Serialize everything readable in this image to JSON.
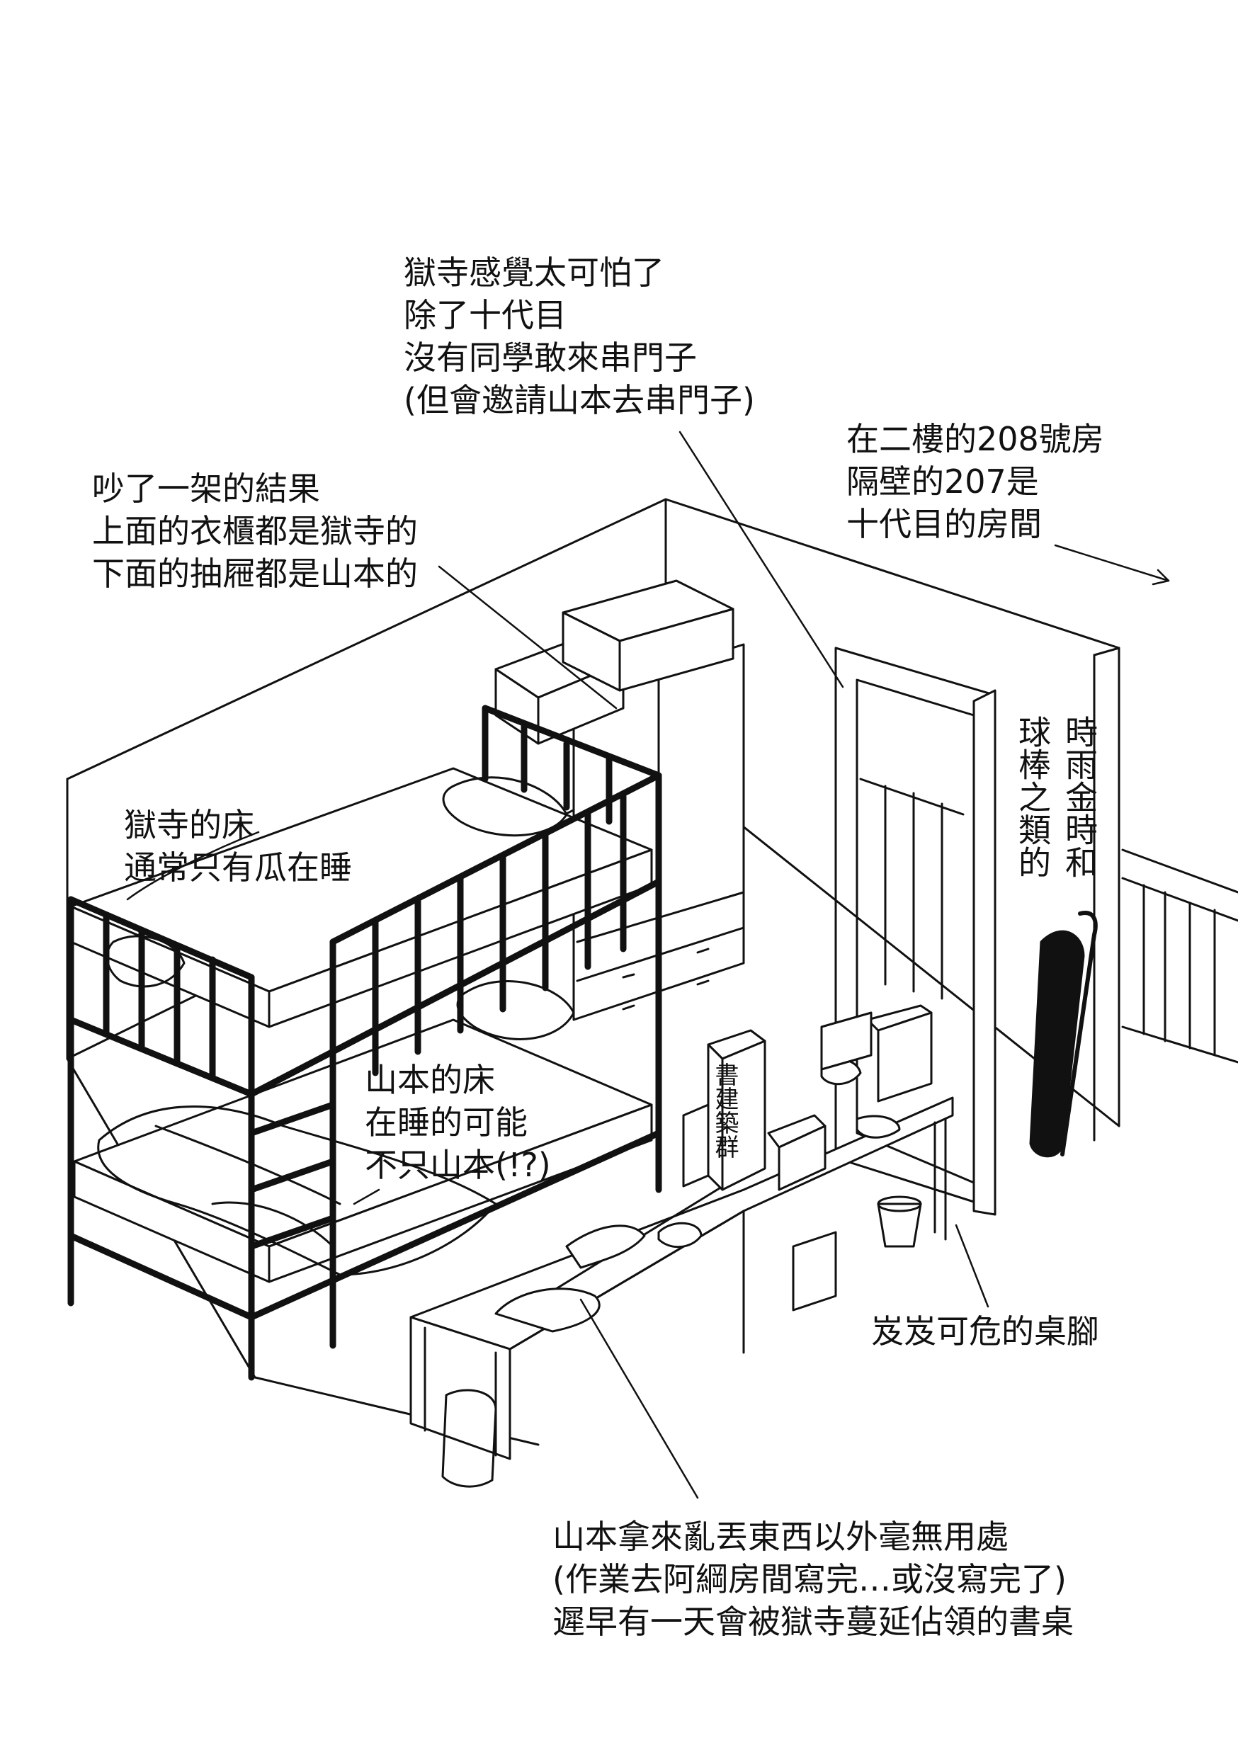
{
  "notes": {
    "gokudera_scary": [
      "獄寺感覺太可怕了",
      "除了十代目",
      "沒有同學敢來串門子",
      "(但會邀請山本去串門子)"
    ],
    "room_location": [
      "在二樓的208號房",
      "隔壁的207是",
      "十代目的房間"
    ],
    "fight_result": [
      "吵了一架的結果",
      "上面的衣櫃都是獄寺的",
      "下面的抽屜都是山本的"
    ],
    "gokudera_bed": [
      "獄寺的床",
      "通常只有瓜在睡"
    ],
    "yamamoto_bed": [
      "山本的床",
      "在睡的可能",
      "不只山本(!?)"
    ],
    "desk_leg": "岌岌可危的桌腳",
    "yamamoto_desk": [
      "山本拿來亂丟東西以外毫無用處",
      "(作業去阿綱房間寫完…或沒寫完了)",
      "遲早有一天會被獄寺蔓延佔領的書桌"
    ],
    "vertical_label": [
      "時雨金時和",
      "球棒之類的"
    ],
    "book_stack": [
      "書",
      "建",
      "築",
      "群"
    ]
  }
}
